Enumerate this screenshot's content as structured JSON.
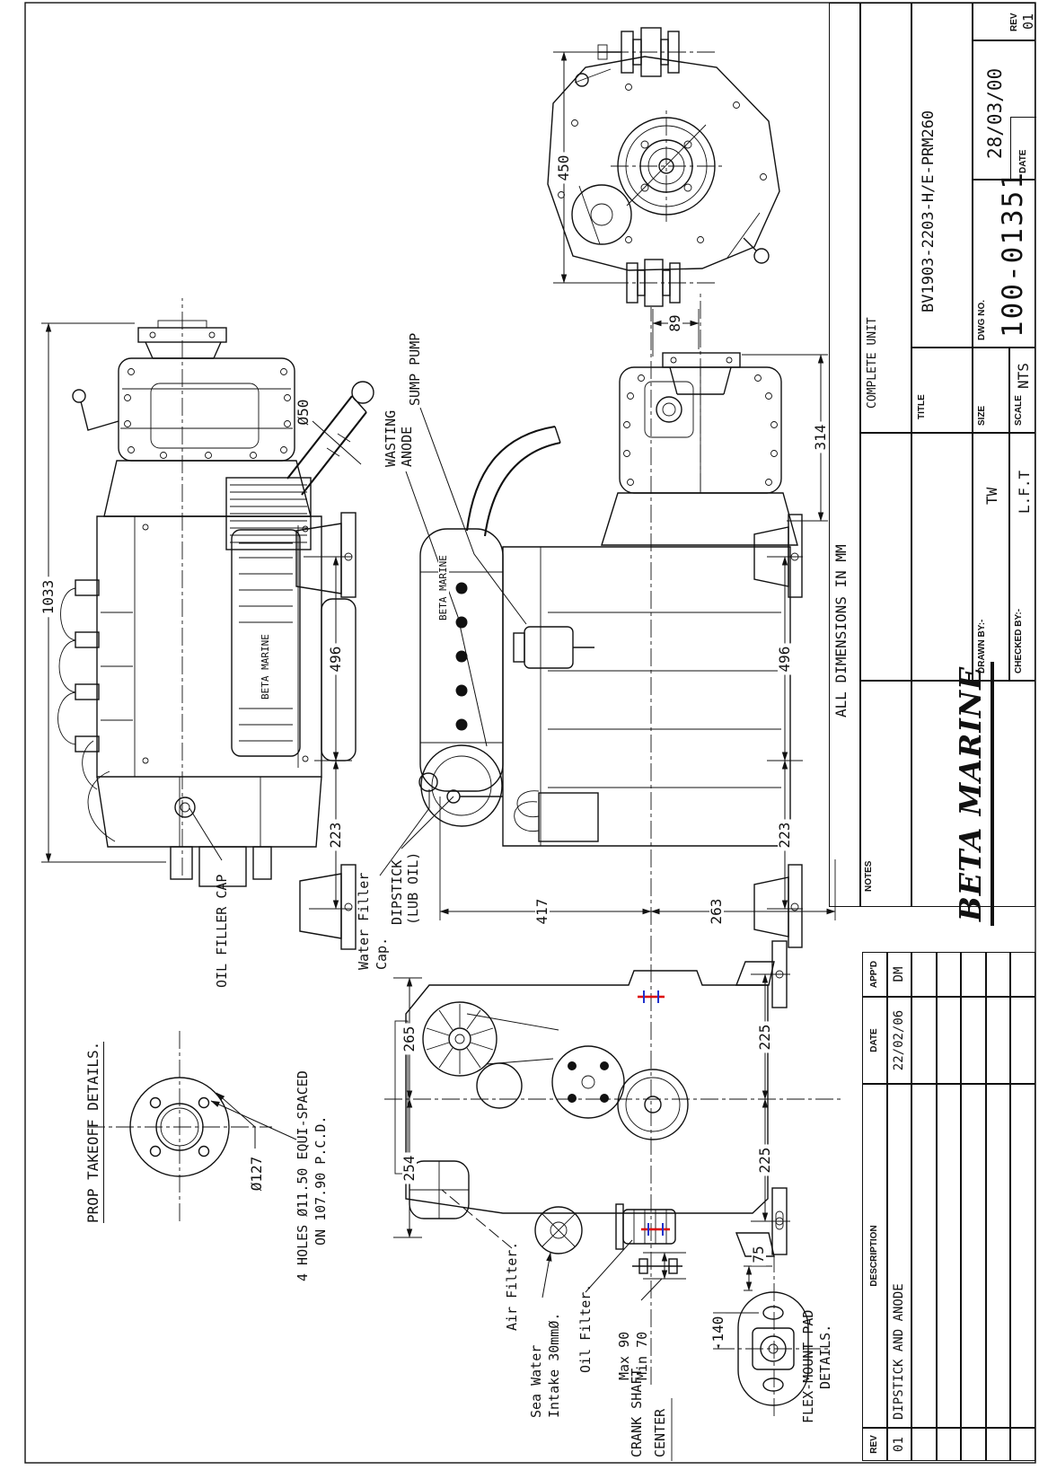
{
  "title_block": {
    "brand_logo": "BETA MARINE",
    "notes_label": "NOTES",
    "dimensions_note": "ALL DIMENSIONS IN MM",
    "complete_unit": "COMPLETE UNIT",
    "title_label": "TITLE",
    "title_value": "BV1903-2203-H/E-PRM260",
    "drawn_by_label": "DRAWN BY:-",
    "drawn_by_value": "TW",
    "checked_by_label": "CHECKED BY:-",
    "checked_by_value": "L.F.T",
    "size_label": "SIZE",
    "scale_label": "SCALE",
    "scale_value": "NTS",
    "dwg_no_label": "DWG NO.",
    "dwg_no_value": "100-01351",
    "date_label": "DATE",
    "date_value": "28/03/00",
    "rev_label": "REV",
    "rev_value": "01"
  },
  "revision_table": {
    "headers": [
      "REV",
      "DESCRIPTION",
      "DATE",
      "APP'D"
    ],
    "entry": {
      "rev": "01",
      "description": "DIPSTICK AND ANODE",
      "date": "22/02/06",
      "approved": "DM"
    }
  },
  "dimensions": {
    "overall_length": "1033",
    "transom_width": "450",
    "exhaust_dia": "Ø50",
    "v1_upper": "496",
    "v1_lower": "223",
    "v2_upper": "496",
    "v2_lower": "223",
    "gearbox_offset": "89",
    "gearbox_length": "314",
    "above_crank": "417",
    "below_crank": "263",
    "front_right": "265",
    "front_left": "254",
    "foot_left": "225",
    "foot_right": "225",
    "pad_width": "140",
    "pad_edge": "75",
    "prop_flange_dia": "Ø127"
  },
  "labels": {
    "oil_filler_cap": "OIL FILLER CAP",
    "wasting_anode_1": "WASTING",
    "wasting_anode_2": "ANODE",
    "sump_pump": "SUMP PUMP",
    "water_filler_1": "Water Filler",
    "water_filler_2": "Cap.",
    "dipstick_1": "DIPSTICK",
    "dipstick_2": "(LUB OIL)",
    "air_filter": "Air Filter.",
    "sea_water_1": "Sea Water",
    "sea_water_2": "Intake 30mmØ.",
    "oil_filter": "Oil Filter.",
    "max_height": "Max 90",
    "min_height": "Min 70",
    "crank_1": "CRANK SHAFT",
    "crank_2": "CENTER",
    "flex_mount_1": "FLEX-MOUNT PAD",
    "flex_mount_2": "DETAILS.",
    "prop_takeoff_title": "PROP TAKEOFF DETAILS.",
    "four_holes_1": "4 HOLES Ø11.50 EQUI-SPACED",
    "four_holes_2": "ON 107.90 P.C.D.",
    "engine_brand": "BETA MARINE"
  }
}
